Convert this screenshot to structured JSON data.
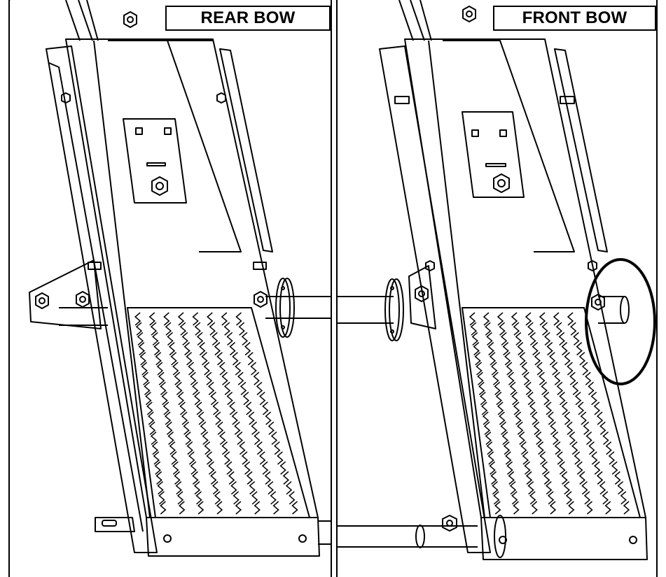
{
  "panels": [
    {
      "id": "rear",
      "label": "REAR BOW"
    },
    {
      "id": "front",
      "label": "FRONT BOW"
    }
  ],
  "colors": {
    "line": "#000000",
    "background": "#ffffff",
    "callout": "#000000"
  },
  "icons": [
    "hex-bolt-icon",
    "mounting-hole-icon",
    "diamond-tread-icon",
    "callout-ellipse-icon"
  ]
}
